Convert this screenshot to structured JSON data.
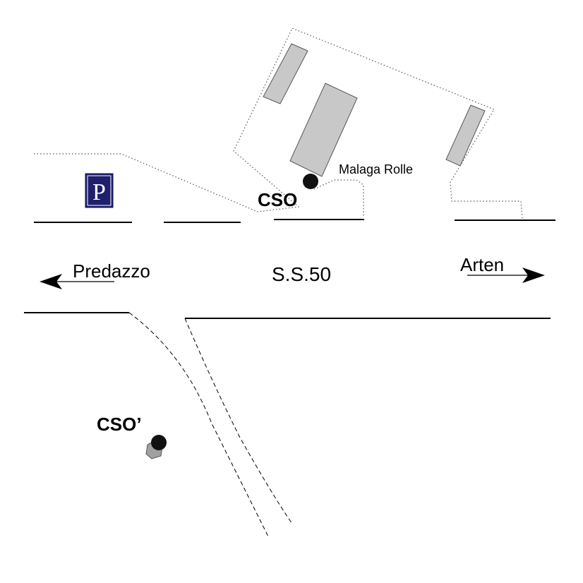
{
  "map": {
    "labels": {
      "cso": "CSO",
      "cso_prime": "CSO’",
      "site_name": "Malaga Rolle",
      "road_name": "S.S.50",
      "direction_west": "Predazzo",
      "direction_east": "Arten",
      "parking_symbol": "P"
    },
    "icons": {
      "parking": "parking-sign-icon",
      "arrow_west": "arrow-left-icon",
      "arrow_east": "arrow-right-icon",
      "cso_marker": "filled-circle-icon"
    },
    "colors": {
      "parking_bg": "#1f1f6e",
      "parking_fg": "#ffffff",
      "building_fill": "#c8c8c8",
      "building_stroke": "#555555",
      "line": "#000000"
    }
  }
}
